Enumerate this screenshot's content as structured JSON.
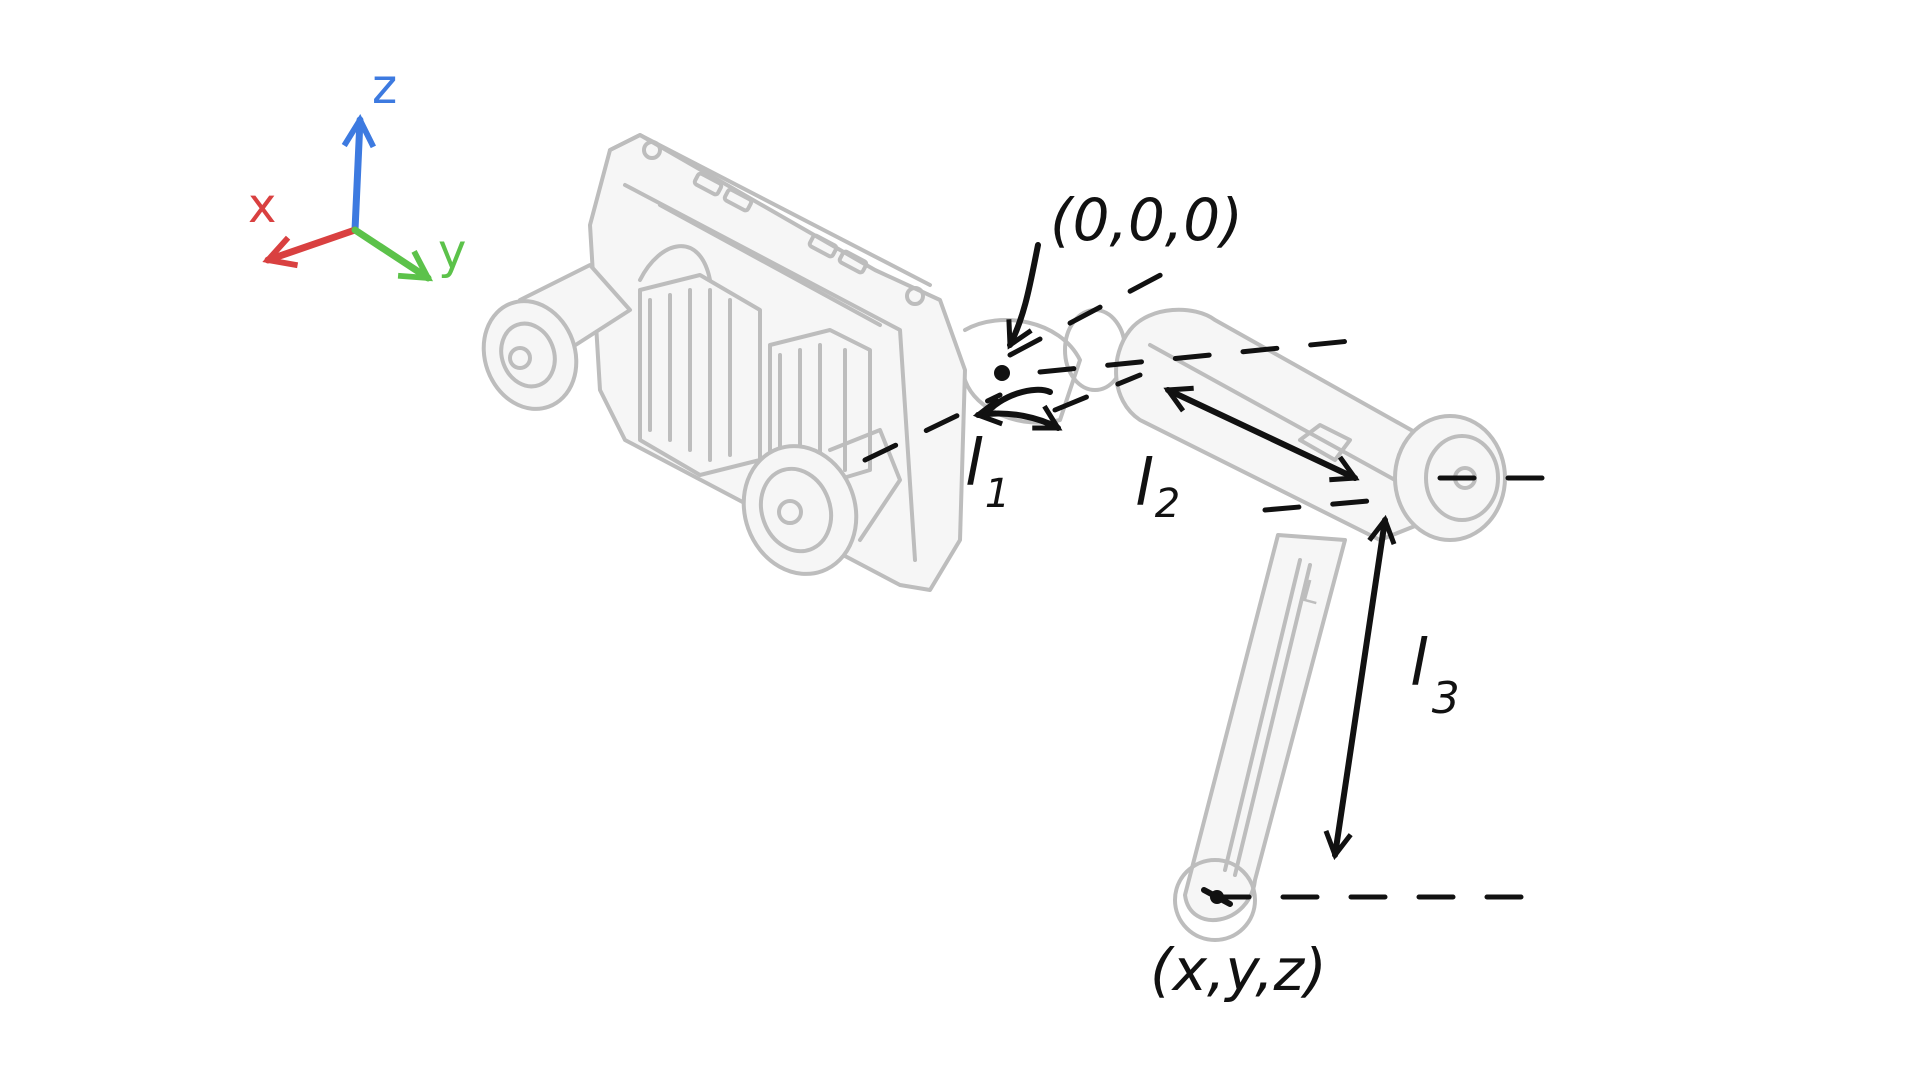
{
  "axes": {
    "x_label": "x",
    "y_label": "y",
    "z_label": "z",
    "x_color": "#d94040",
    "y_color": "#5cc24a",
    "z_color": "#3d7ae0"
  },
  "labels": {
    "origin": "(0,0,0)",
    "end_point": "(x,y,z)",
    "l1": "l",
    "l1_sub": "1",
    "l2": "l",
    "l2_sub": "2",
    "l3": "l",
    "l3_sub": "3"
  },
  "colors": {
    "ink": "#111111",
    "robot_outline": "#bdbdbd"
  }
}
